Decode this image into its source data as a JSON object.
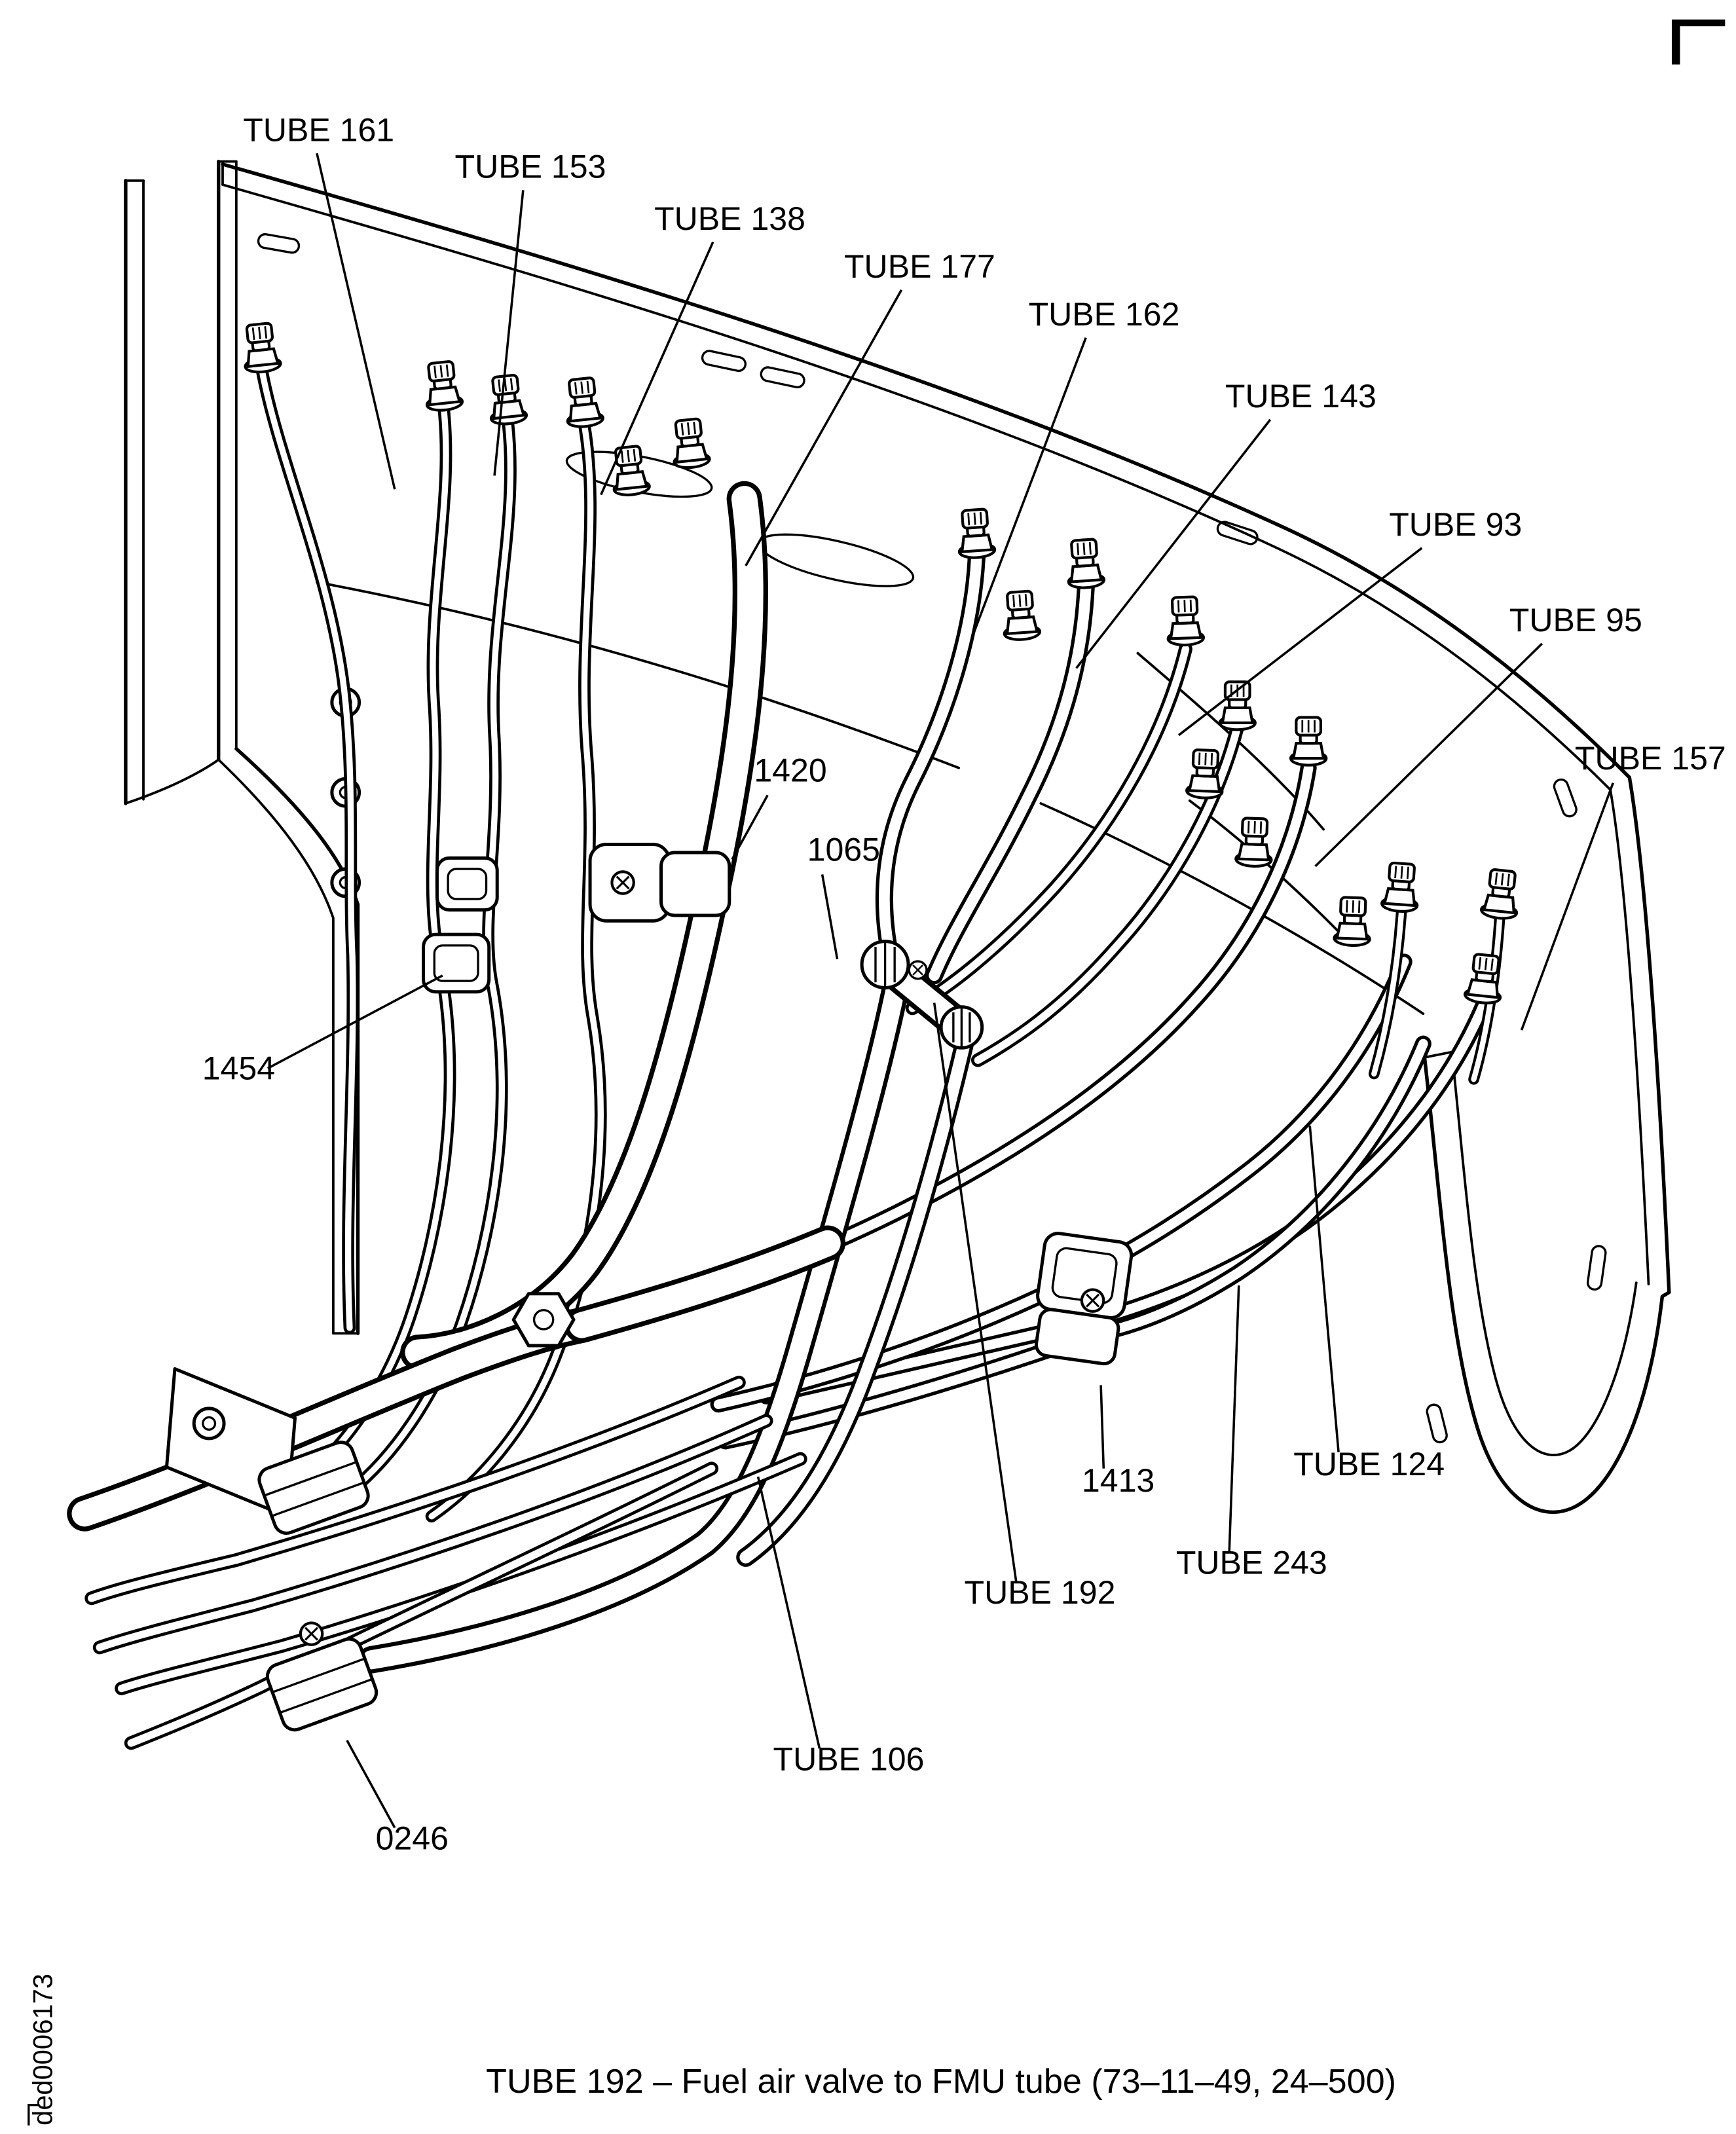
{
  "figure": {
    "caption": "TUBE 192 – Fuel air valve to FMU tube (73–11–49, 24–500)",
    "watermark": "ded0006173"
  },
  "colors": {
    "line": "#000000",
    "background": "#ffffff"
  },
  "callouts": [
    {
      "id": "tube-161",
      "text": "TUBE 161"
    },
    {
      "id": "tube-153",
      "text": "TUBE 153"
    },
    {
      "id": "tube-138",
      "text": "TUBE 138"
    },
    {
      "id": "tube-177",
      "text": "TUBE 177"
    },
    {
      "id": "tube-162",
      "text": "TUBE 162"
    },
    {
      "id": "tube-143",
      "text": "TUBE 143"
    },
    {
      "id": "tube-93",
      "text": "TUBE 93"
    },
    {
      "id": "tube-95",
      "text": "TUBE 95"
    },
    {
      "id": "tube-157",
      "text": "TUBE 157"
    },
    {
      "id": "clamp-1420",
      "text": "1420"
    },
    {
      "id": "fitting-1065",
      "text": "1065"
    },
    {
      "id": "clamp-1454",
      "text": "1454"
    },
    {
      "id": "clamp-1413",
      "text": "1413"
    },
    {
      "id": "tube-124",
      "text": "TUBE 124"
    },
    {
      "id": "tube-243",
      "text": "TUBE 243"
    },
    {
      "id": "tube-192",
      "text": "TUBE 192"
    },
    {
      "id": "tube-106",
      "text": "TUBE 106"
    },
    {
      "id": "clamp-0246",
      "text": "0246"
    }
  ]
}
